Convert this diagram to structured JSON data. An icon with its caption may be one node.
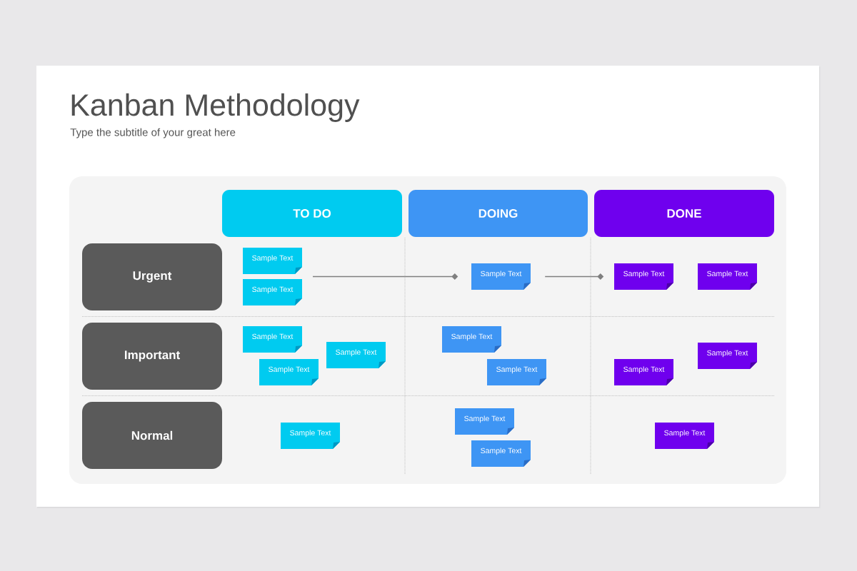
{
  "diagram": {
    "title": "Kanban Methodology",
    "nodes": [
      {
        "text": [
          "TO DO"
        ]
      },
      {
        "text": [
          "DOING"
        ]
      },
      {
        "text": [
          "DONE"
        ]
      },
      {
        "text": [
          "Urgent"
        ]
      },
      {
        "text": [
          "Important"
        ]
      },
      {
        "text": [
          "Normal"
        ]
      },
      {
        "text": [
          "Sample Text"
        ]
      },
      {
        "text": [
          "Sample Text"
        ]
      },
      {
        "text": [
          "Sample Text"
        ]
      },
      {
        "text": [
          "Sample Text"
        ]
      },
      {
        "text": [
          "Sample Text"
        ]
      },
      {
        "text": [
          "Sample Text"
        ]
      },
      {
        "text": [
          "Sample Text"
        ]
      },
      {
        "text": [
          "Sample Text"
        ]
      },
      {
        "text": [
          "Sample Text"
        ]
      },
      {
        "text": [
          "Sample Text"
        ]
      },
      {
        "text": [
          "Sample Text"
        ]
      },
      {
        "text": [
          "Sample Text"
        ]
      },
      {
        "text": [
          "Sample Text"
        ]
      },
      {
        "text": [
          "Sample Text"
        ]
      },
      {
        "text": [
          "Sample Text"
        ]
      },
      {
        "text": [
          "Sample Text"
        ]
      }
    ],
    "edges": [
      {
        "from": null,
        "to": 8,
        "arrow": "other"
      },
      {
        "from": 8,
        "to": 9,
        "arrow": "other"
      }
    ],
    "labels": [
      "Type the subtitle of your great here"
    ]
  }
}
